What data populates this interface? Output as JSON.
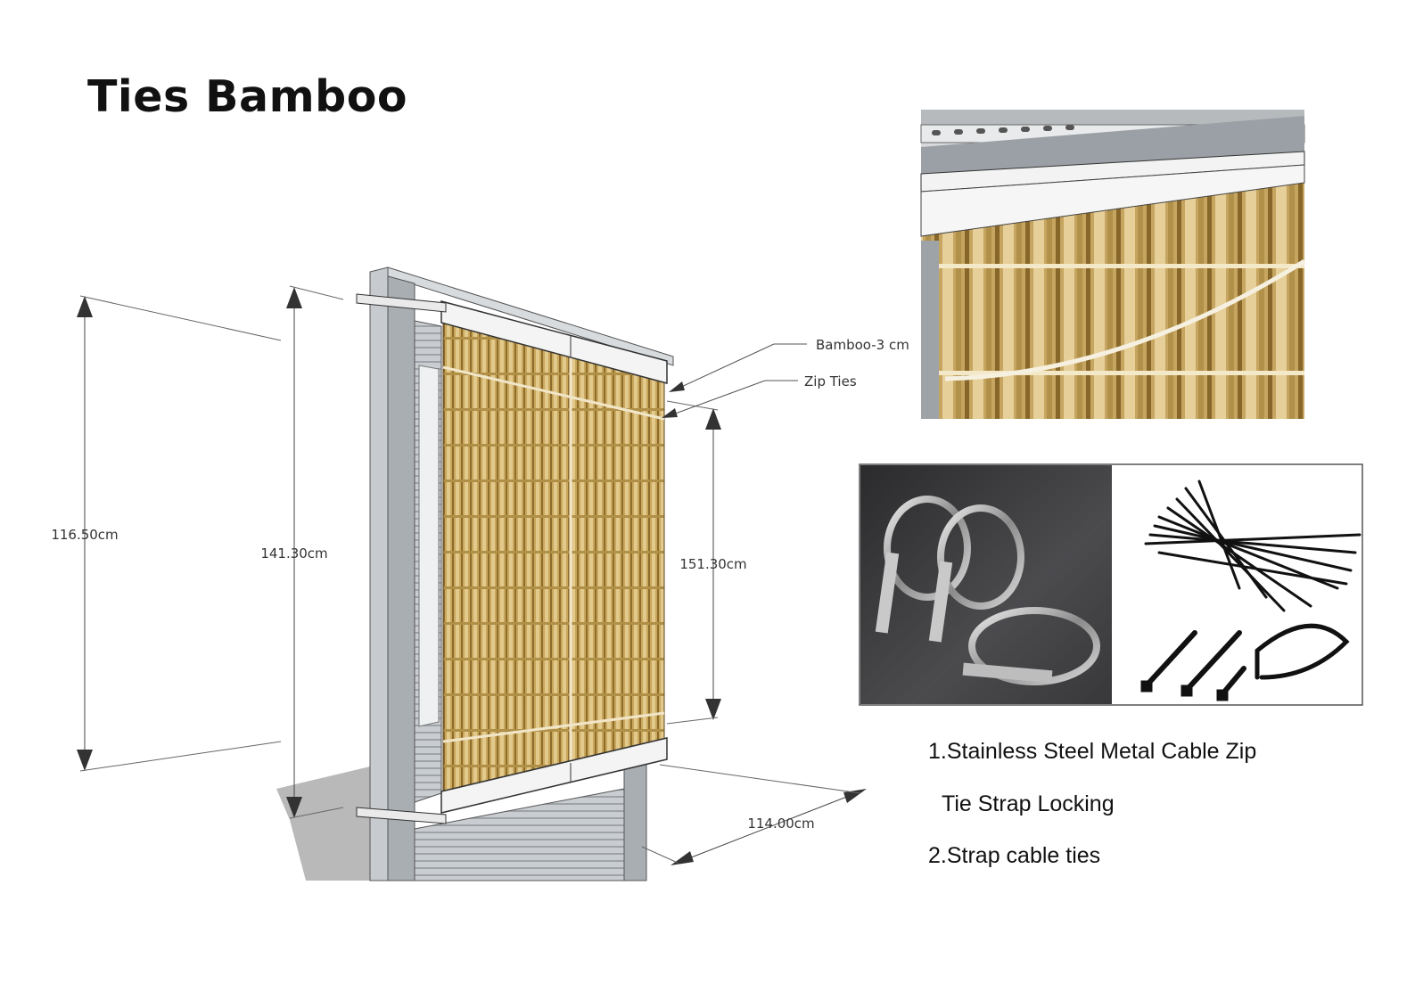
{
  "title": "Ties Bamboo",
  "dimensions": {
    "d1": "116.50cm",
    "d2": "141.30cm",
    "d3": "151.30cm",
    "d4": "114.00cm"
  },
  "callouts": {
    "bamboo": "Bamboo-3 cm",
    "zip": "Zip Ties"
  },
  "captions": {
    "line1": "1.Stainless Steel Metal Cable Zip",
    "line2": "Tie Strap Locking",
    "line3": "2.Strap cable ties"
  },
  "colors": {
    "bamboo_light": "#d9bf7f",
    "bamboo_dark": "#9a7a36",
    "frame_gray": "#a9aeb3",
    "photo_bg": "#3a3a3c"
  }
}
